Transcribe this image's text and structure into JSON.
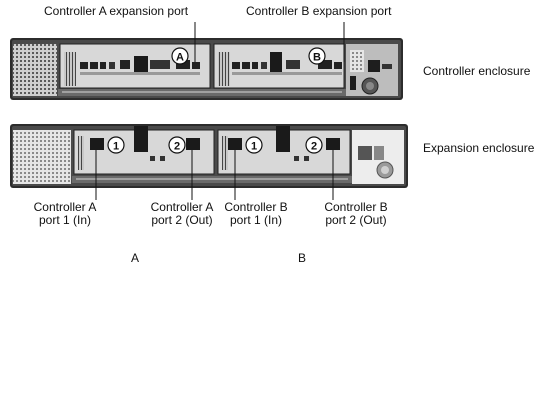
{
  "labels": {
    "controller_a_expansion_port": "Controller A expansion port",
    "controller_b_expansion_port": "Controller B expansion port",
    "controller_enclosure": "Controller enclosure",
    "expansion_enclosure": "Expansion enclosure",
    "controller_a_port1": [
      "Controller A",
      "port 1 (In)"
    ],
    "controller_a_port2": [
      "Controller A",
      "port 2 (Out)"
    ],
    "controller_b_port1": [
      "Controller B",
      "port 1 (In)"
    ],
    "controller_b_port2": [
      "Controller B",
      "port 2 (Out)"
    ],
    "column_a": "A",
    "column_b": "B"
  },
  "callouts": {
    "controller_a": "A",
    "controller_b": "B",
    "port_1": "1",
    "port_2": "2"
  },
  "colors": {
    "chassis": "#3a3a3a",
    "panel": "#d6d6d6",
    "panel_dark": "#1a1a1a",
    "grille": "#9a9a9a",
    "callout_fill": "#ffffff"
  }
}
